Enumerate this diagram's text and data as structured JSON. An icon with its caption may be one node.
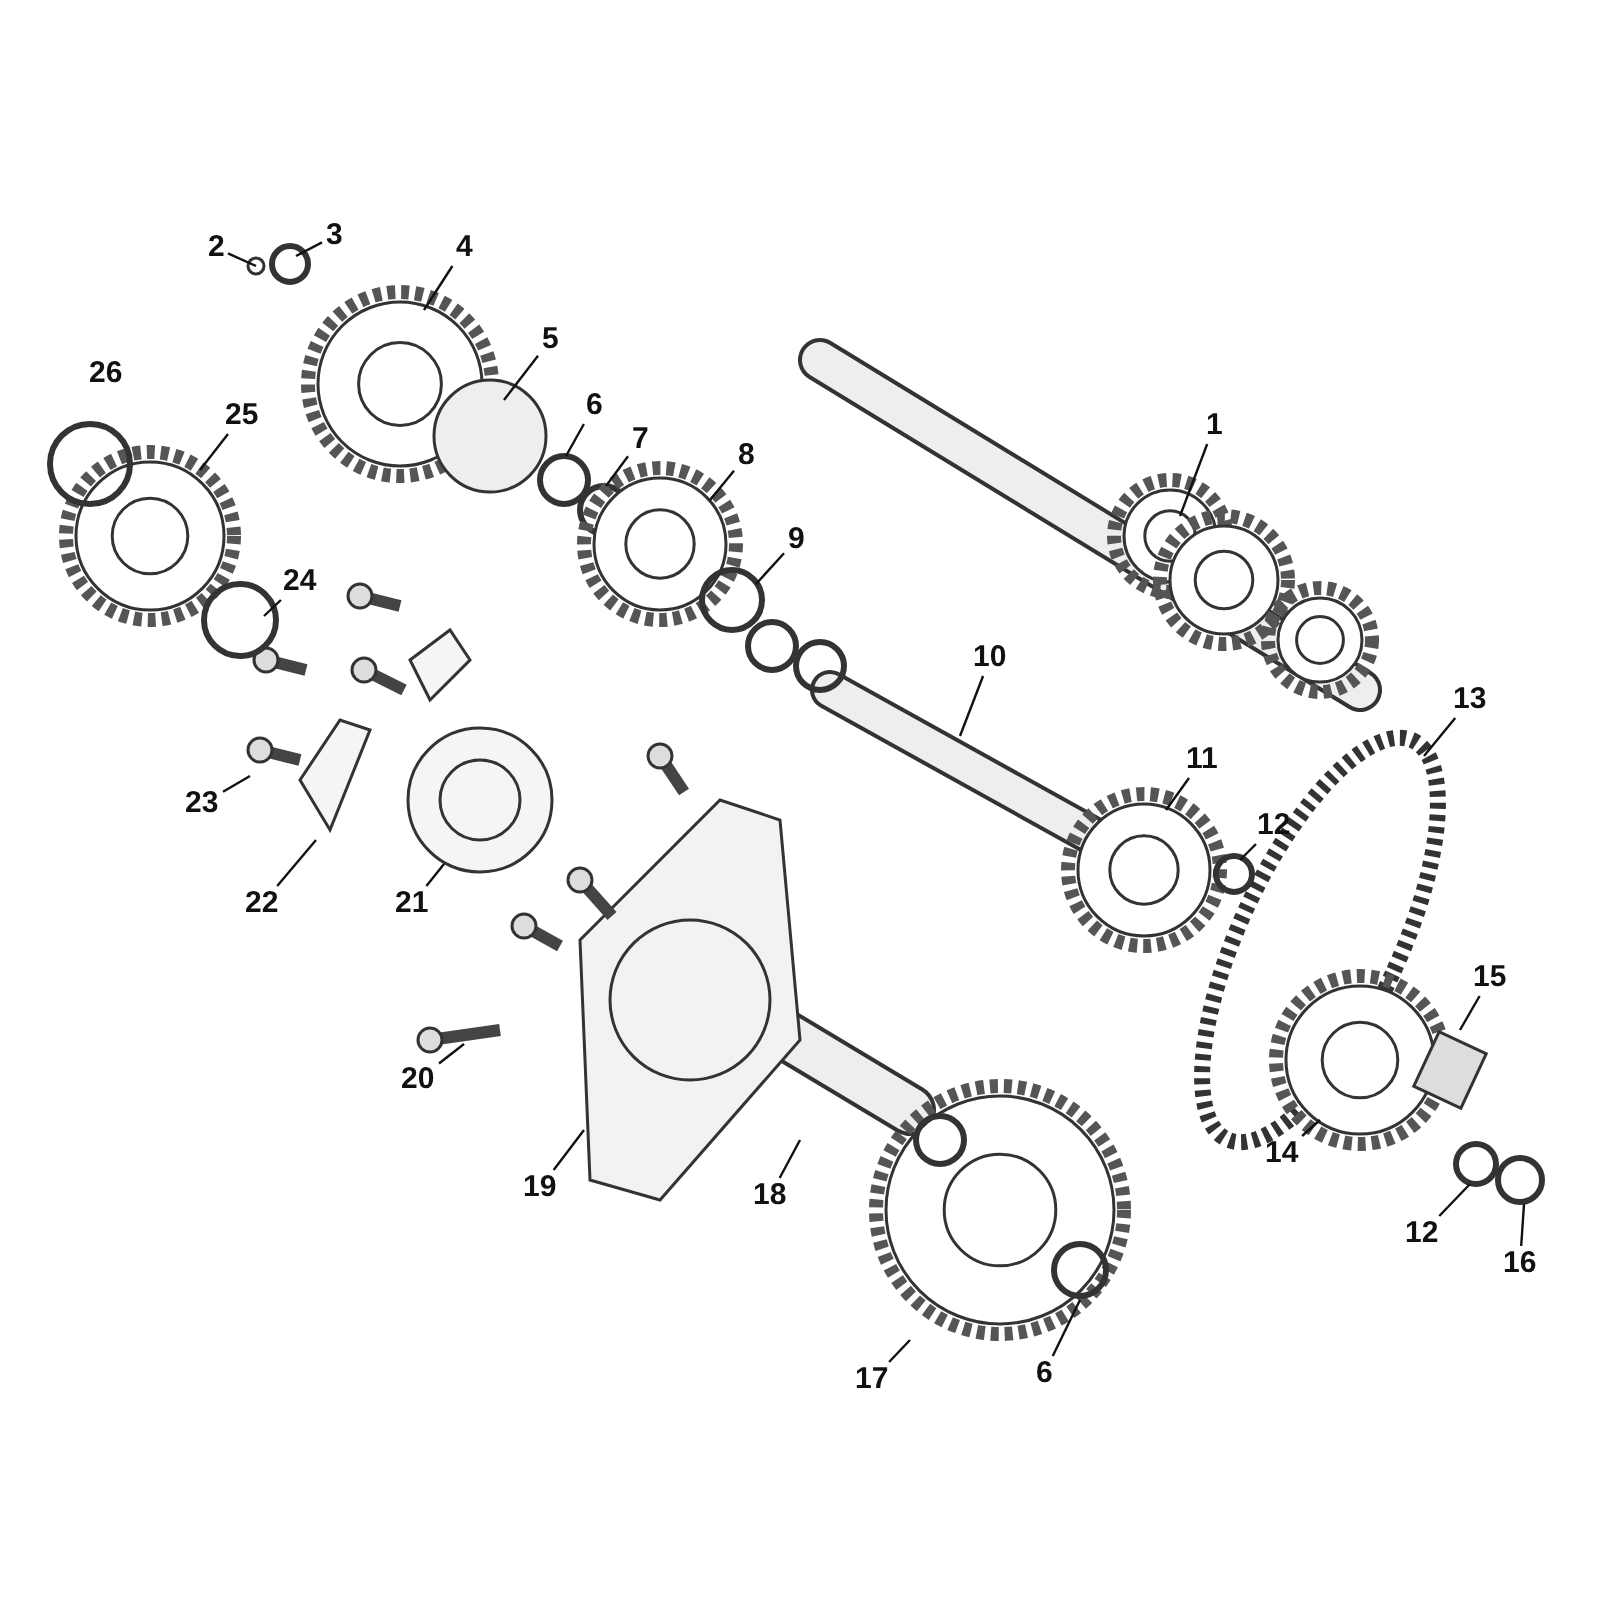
{
  "diagram": {
    "nodes": [
      {
        "text": [
          "1"
        ]
      },
      {
        "text": [
          "2"
        ]
      },
      {
        "text": [
          "3"
        ]
      },
      {
        "text": [
          "4"
        ]
      },
      {
        "text": [
          "5"
        ]
      },
      {
        "text": [
          "6"
        ]
      },
      {
        "text": [
          "7"
        ]
      },
      {
        "text": [
          "8"
        ]
      },
      {
        "text": [
          "9"
        ]
      },
      {
        "text": [
          "10"
        ]
      },
      {
        "text": [
          "11"
        ]
      },
      {
        "text": [
          "12"
        ]
      },
      {
        "text": [
          "13"
        ]
      },
      {
        "text": [
          "14"
        ]
      },
      {
        "text": [
          "15"
        ]
      },
      {
        "text": [
          "12"
        ]
      },
      {
        "text": [
          "16"
        ]
      },
      {
        "text": [
          "17"
        ]
      },
      {
        "text": [
          "6"
        ]
      },
      {
        "text": [
          "18"
        ]
      },
      {
        "text": [
          "19"
        ]
      },
      {
        "text": [
          "20"
        ]
      },
      {
        "text": [
          "21"
        ]
      },
      {
        "text": [
          "22"
        ]
      },
      {
        "text": [
          "23"
        ]
      },
      {
        "text": [
          "24"
        ]
      },
      {
        "text": [
          "25"
        ]
      },
      {
        "text": [
          "26"
        ]
      }
    ],
    "edges": [
      {
        "from": 0,
        "to": null,
        "arrow": "none"
      },
      {
        "from": 1,
        "to": null,
        "arrow": "none"
      },
      {
        "from": 2,
        "to": null,
        "arrow": "none"
      },
      {
        "from": 3,
        "to": null,
        "arrow": "none"
      },
      {
        "from": 4,
        "to": null,
        "arrow": "none"
      },
      {
        "from": 5,
        "to": null,
        "arrow": "none"
      },
      {
        "from": 6,
        "to": null,
        "arrow": "none"
      },
      {
        "from": 7,
        "to": null,
        "arrow": "none"
      },
      {
        "from": 8,
        "to": null,
        "arrow": "none"
      },
      {
        "from": 9,
        "to": null,
        "arrow": "none"
      },
      {
        "from": 10,
        "to": null,
        "arrow": "none"
      },
      {
        "from": 11,
        "to": null,
        "arrow": "none"
      },
      {
        "from": 12,
        "to": null,
        "arrow": "none"
      },
      {
        "from": 13,
        "to": null,
        "arrow": "none"
      },
      {
        "from": 14,
        "to": null,
        "arrow": "none"
      },
      {
        "from": 15,
        "to": null,
        "arrow": "none"
      },
      {
        "from": 16,
        "to": null,
        "arrow": "none"
      },
      {
        "from": 17,
        "to": null,
        "arrow": "none"
      },
      {
        "from": 18,
        "to": null,
        "arrow": "none"
      },
      {
        "from": 19,
        "to": null,
        "arrow": "none"
      },
      {
        "from": 20,
        "to": null,
        "arrow": "none"
      },
      {
        "from": 21,
        "to": null,
        "arrow": "none"
      },
      {
        "from": 22,
        "to": null,
        "arrow": "none"
      },
      {
        "from": 23,
        "to": null,
        "arrow": "none"
      },
      {
        "from": 24,
        "to": null,
        "arrow": "none"
      },
      {
        "from": 25,
        "to": null,
        "arrow": "none"
      },
      {
        "from": 26,
        "to": null,
        "arrow": "none"
      }
    ]
  }
}
